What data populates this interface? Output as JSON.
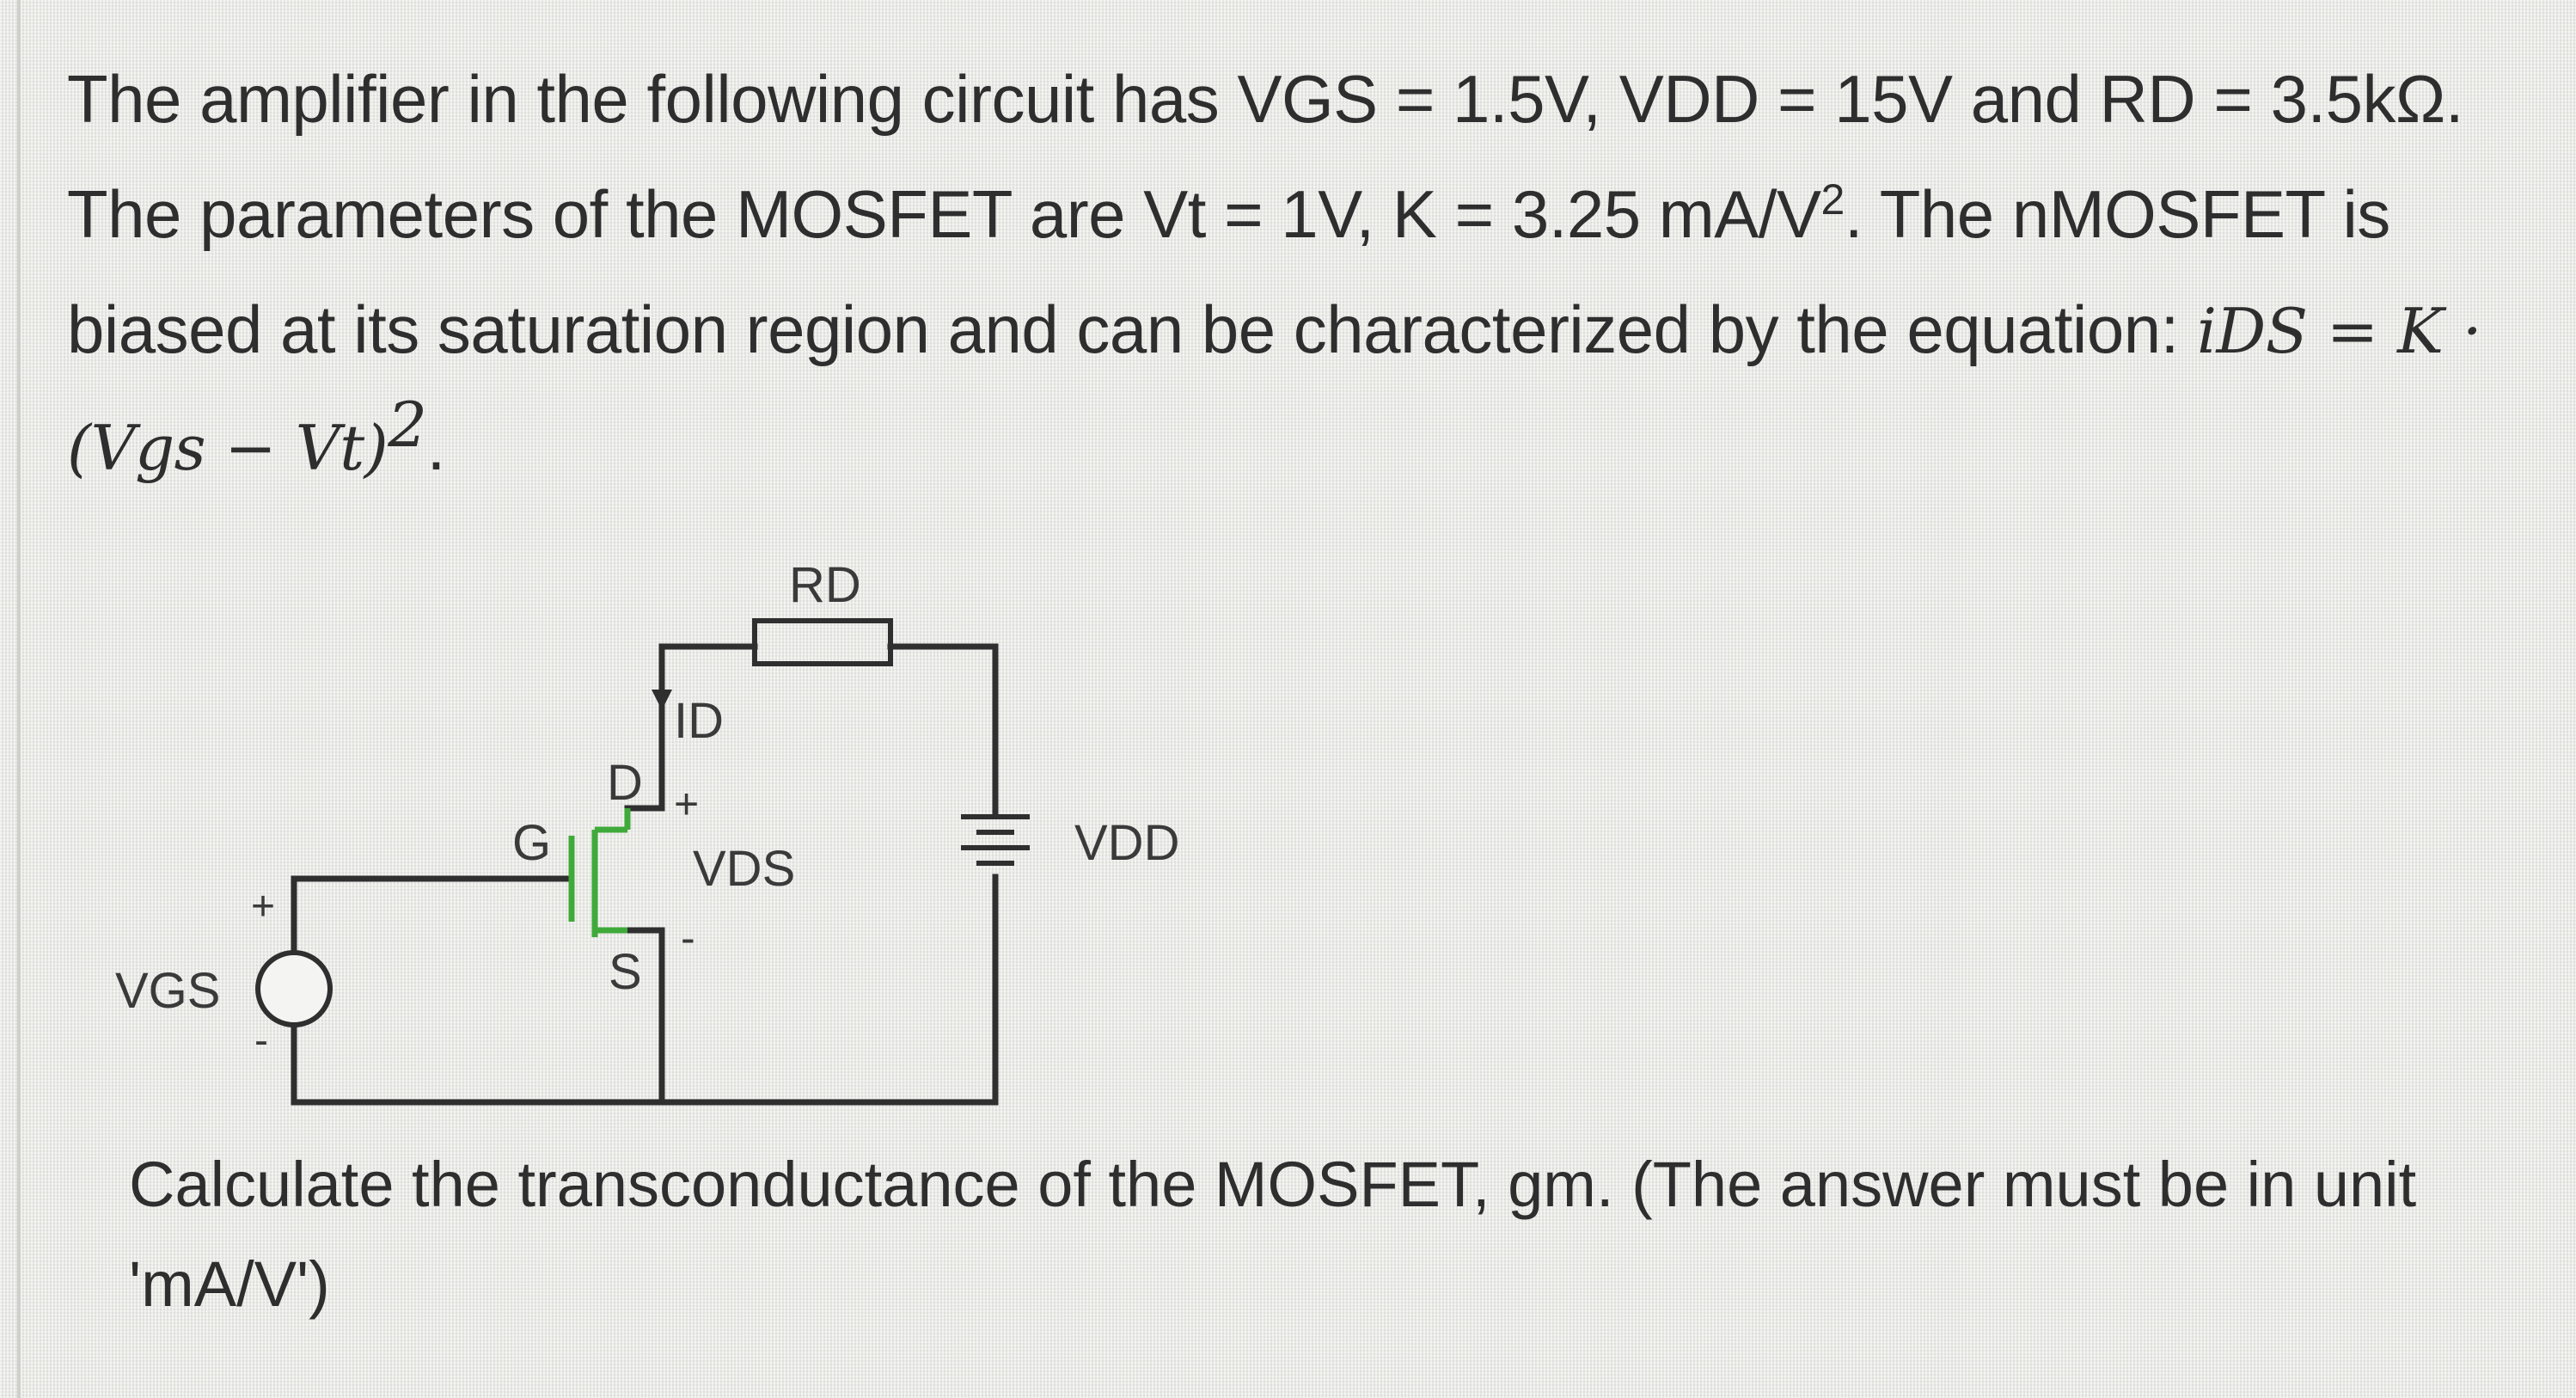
{
  "question": {
    "intro": "The amplifier in the following circuit has VGS = 1.5V, VDD = 15V and RD = 3.5kΩ. The parameters of the MOSFET are Vt = 1V, K = 3.25 mA/V",
    "intro_exp": "2",
    "intro_tail": ". The nMOSFET is biased at its saturation region and can be characterized by the equation: ",
    "equation": "iDS = K · (Vgs − Vt)",
    "equation_exp": "2",
    "equation_tail": "."
  },
  "circuit": {
    "resistor_label": "RD",
    "current_label": "ID",
    "drain_label": "D",
    "gate_label": "G",
    "source_label": "S",
    "vds_label": "VDS",
    "vds_plus": "+",
    "vds_minus": "-",
    "vdd_label": "VDD",
    "vgs_label": "VGS",
    "vgs_plus": "+",
    "vgs_minus": "-",
    "colors": {
      "wire": "#2f2f2f",
      "mosfet": "#3faa3a"
    }
  },
  "sub_question": {
    "text": "Calculate the transconductance of the MOSFET, gm.  (The answer must be in unit 'mA/V')"
  }
}
